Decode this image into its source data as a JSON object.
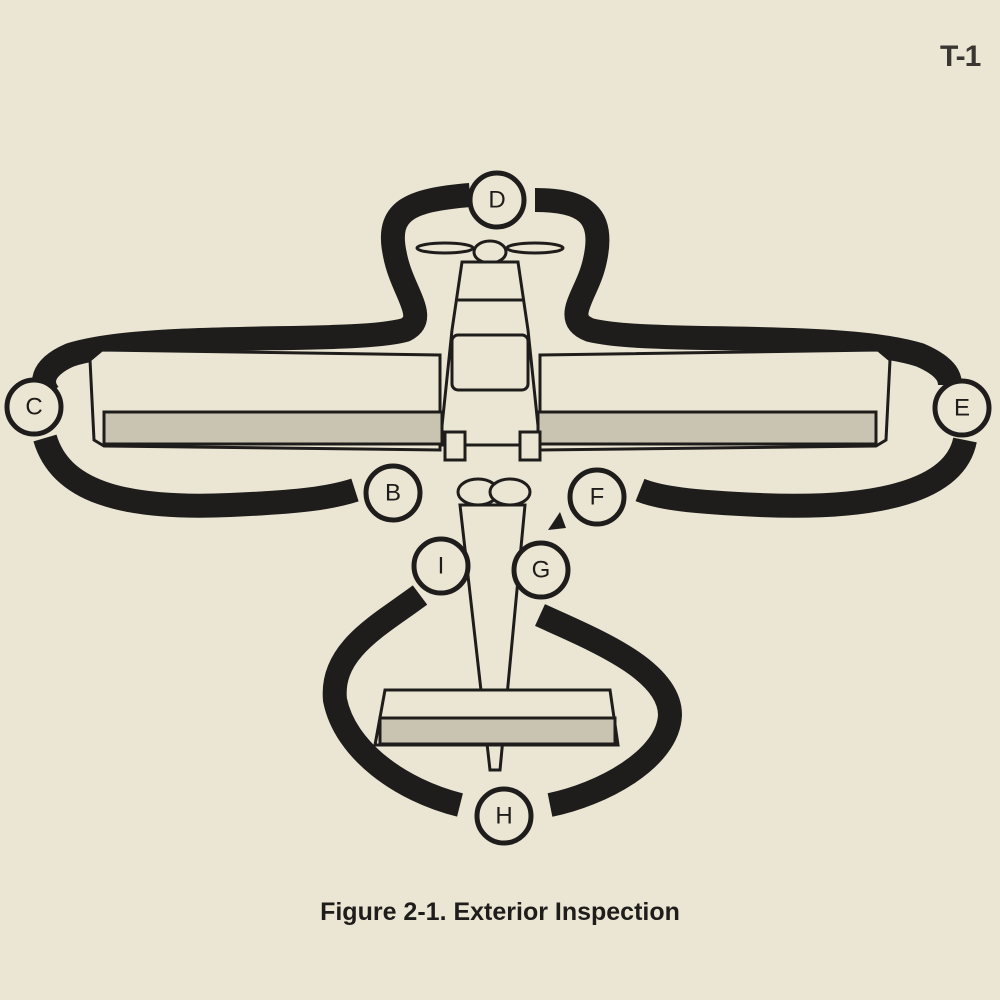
{
  "page": {
    "corner_text": "T-1",
    "caption": "Figure 2-1. Exterior Inspection"
  },
  "stations": {
    "A": "C",
    "B": "B",
    "D": "D",
    "E": "E",
    "F": "F",
    "G": "G",
    "H": "H",
    "I": "I"
  },
  "colors": {
    "paper": "#ebe6d3",
    "ink": "#1f1d1c"
  }
}
